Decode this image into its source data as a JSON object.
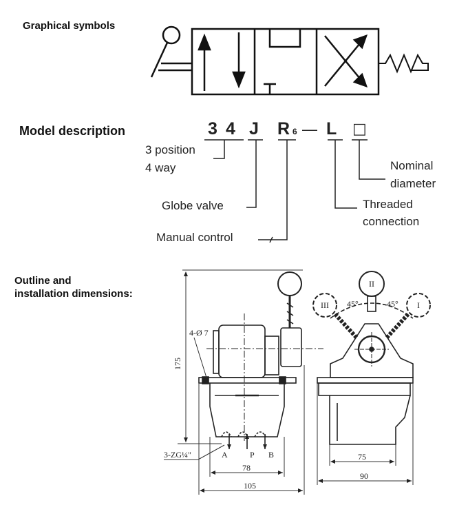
{
  "sections": {
    "graphical_symbols": "Graphical symbols",
    "model_description": "Model description",
    "outline_line1": "Outline and",
    "outline_line2": "installation dimensions:"
  },
  "model_code": {
    "c1": "3",
    "c2": "4",
    "c3": "J",
    "c4": "R",
    "sub": "6",
    "dash": "—",
    "c5": "L",
    "box": "□"
  },
  "model_labels": {
    "position_line1": "3 position",
    "position_line2": "4 way",
    "globe_valve": "Globe valve",
    "manual_control": "Manual control",
    "threaded_line1": "Threaded",
    "threaded_line2": "connection",
    "nominal_line1": "Nominal",
    "nominal_line2": "diameter"
  },
  "dimensions": {
    "holes": "4-Ø 7",
    "height": "175",
    "ports": "3-ZG¼\"",
    "port_a": "A",
    "port_p": "P",
    "port_b": "B",
    "width_inner": "78",
    "width_outer": "105",
    "side_inner": "75",
    "side_outer": "90",
    "angle_left": "45°",
    "angle_right": "45°",
    "pos_left": "III",
    "pos_mid": "II",
    "pos_right": "I"
  }
}
